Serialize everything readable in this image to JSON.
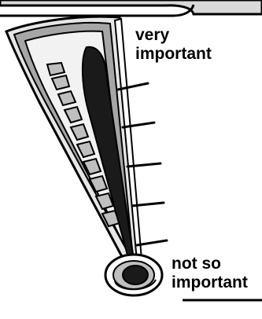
{
  "labels": {
    "top_line1": "very",
    "top_line2": "important",
    "bottom_line1": "not so",
    "bottom_line2": "important"
  },
  "colors": {
    "panel": "#d9d9d9",
    "outline": "#000000",
    "light_band": "#e6e6e6",
    "mid_band": "#a6a6a6",
    "mercury": "#1a1a1a",
    "background": "#ffffff"
  },
  "icons": {
    "thermometer": "thermometer-icon",
    "meter_tube": "meter-tube-icon",
    "bulb": "bulb-icon"
  }
}
